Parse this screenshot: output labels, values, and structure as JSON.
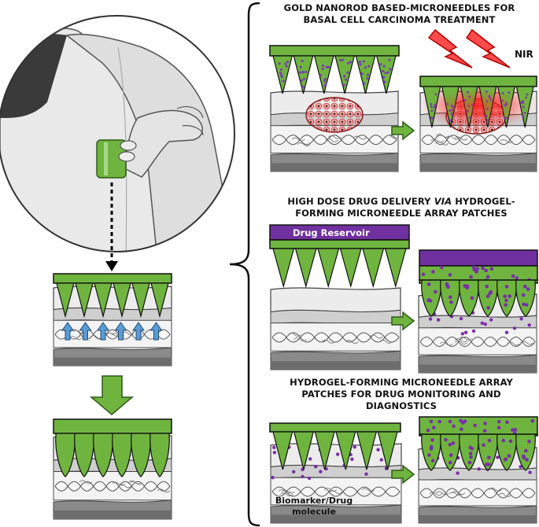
{
  "panels": {
    "gold": {
      "title_line1": "GOLD NANOROD BASED-MICRONEEDLES FOR",
      "title_line2": "BASAL CELL CARCINOMA TREATMENT",
      "nir_label": "NIR"
    },
    "high_dose": {
      "title_line1_a": "HIGH DOSE DRUG DELIVERY ",
      "title_line1_b": "VIA",
      "title_line1_c": " HYDROGEL-",
      "title_line2": "FORMING MICRONEEDLE ARRAY PATCHES",
      "reservoir_label": "Drug Reservoir"
    },
    "monitoring": {
      "title_line1": "HYDROGEL-FORMING MICRONEEDLE ARRAY",
      "title_line2": "PATCHES FOR DRUG MONITORING AND",
      "title_line3": "DIAGNOSTICS",
      "biomarker_line1": "Biomarker/Drug",
      "biomarker_line2": "molecule"
    }
  },
  "colors": {
    "needle_green": "#6fb43f",
    "reservoir_purple": "#7030a0",
    "molecule_purple": "#7a2fa8",
    "tumor_red": "#e85a5a",
    "nir_red": "#ff3b3b",
    "arrow_blue": "#5b9bd5",
    "skin_light": "#ececec",
    "skin_mid": "#cfcfcf",
    "skin_dark": "#8a8a8a"
  }
}
